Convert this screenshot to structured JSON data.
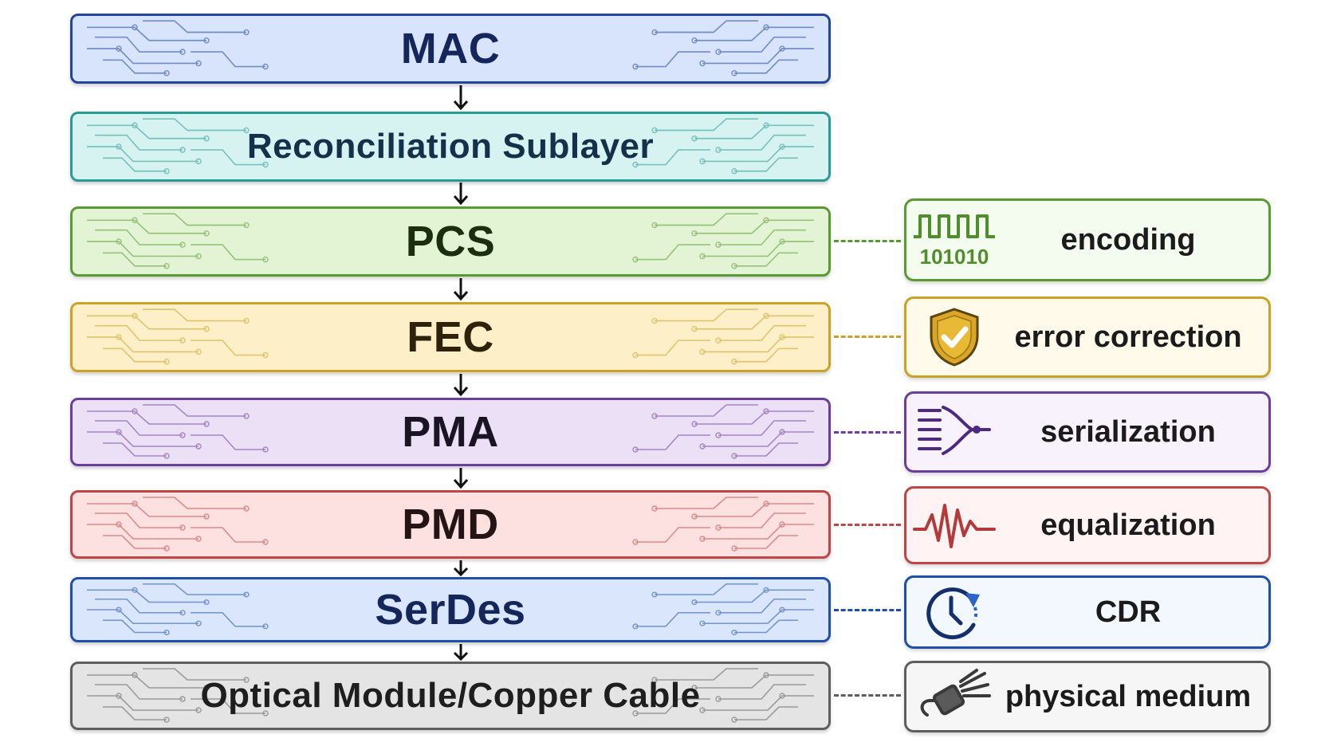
{
  "layers": [
    {
      "label": "MAC",
      "fill": "#d7e4fb",
      "border": "#22469a",
      "text": "#14265a"
    },
    {
      "label": "Reconciliation Sublayer",
      "fill": "#d6f3f1",
      "border": "#2a9a94",
      "text": "#14304a"
    },
    {
      "label": "PCS",
      "fill": "#e3f4d5",
      "border": "#5a9a33",
      "text": "#1c2e10"
    },
    {
      "label": "FEC",
      "fill": "#fdf0c8",
      "border": "#c9a227",
      "text": "#2e220a"
    },
    {
      "label": "PMA",
      "fill": "#ece0f7",
      "border": "#6a3e9a",
      "text": "#1a1424"
    },
    {
      "label": "PMD",
      "fill": "#fde0e0",
      "border": "#c04646",
      "text": "#241414"
    },
    {
      "label": "SerDes",
      "fill": "#d9e6fb",
      "border": "#1f4fa8",
      "text": "#14265a"
    },
    {
      "label": "Optical Module/Copper Cable",
      "fill": "#e4e4e4",
      "border": "#5e5e5e",
      "text": "#1e1e1e"
    }
  ],
  "features": [
    {
      "label": "encoding",
      "icon": "square-wave-binary-icon",
      "icon_text": "101010",
      "fill": "#f4fbef",
      "border": "#5a9a33"
    },
    {
      "label": "error correction",
      "icon": "shield-check-icon",
      "fill": "#fffaea",
      "border": "#c9a227"
    },
    {
      "label": "serialization",
      "icon": "parallel-to-serial-icon",
      "fill": "#f8f2fd",
      "border": "#6a3e9a"
    },
    {
      "label": "equalization",
      "icon": "waveform-icon",
      "fill": "#fff3f3",
      "border": "#c04646"
    },
    {
      "label": "CDR",
      "icon": "clock-recovery-icon",
      "fill": "#f3f7fe",
      "border": "#1f4fa8"
    },
    {
      "label": "physical medium",
      "icon": "cable-connector-icon",
      "fill": "#f6f6f6",
      "border": "#5e5e5e"
    }
  ],
  "connections": [
    {
      "from": "PCS",
      "to": "encoding"
    },
    {
      "from": "FEC",
      "to": "error correction"
    },
    {
      "from": "PMA",
      "to": "serialization"
    },
    {
      "from": "PMD",
      "to": "equalization"
    },
    {
      "from": "SerDes",
      "to": "CDR"
    },
    {
      "from": "Optical Module/Copper Cable",
      "to": "physical medium"
    }
  ]
}
